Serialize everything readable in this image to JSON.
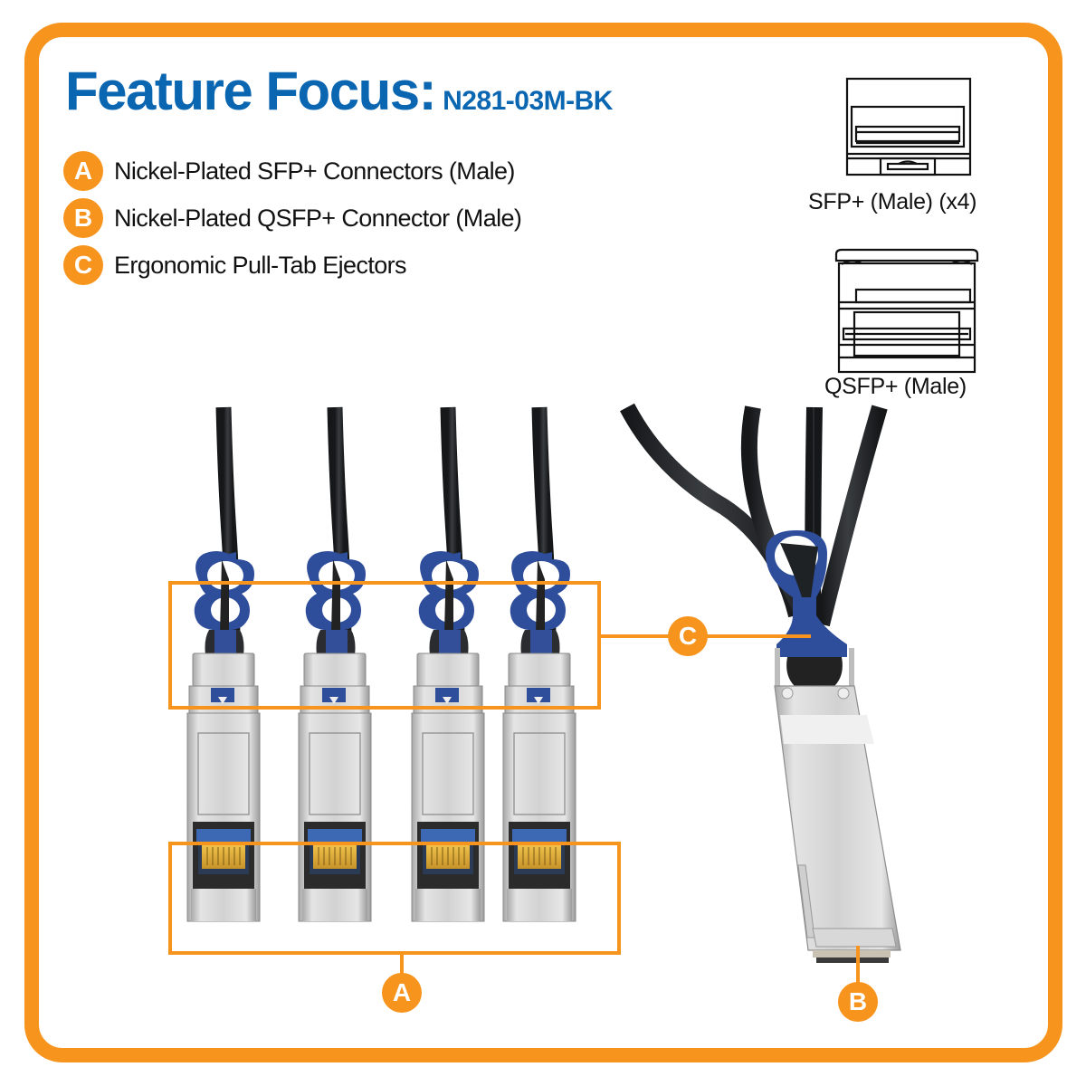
{
  "header": {
    "title": "Feature Focus:",
    "model": "N281-03M-BK"
  },
  "features": [
    {
      "badge": "A",
      "label": "Nickel-Plated SFP+ Connectors (Male)"
    },
    {
      "badge": "B",
      "label": "Nickel-Plated QSFP+ Connector (Male)"
    },
    {
      "badge": "C",
      "label": "Ergonomic Pull-Tab Ejectors"
    }
  ],
  "diagrams": {
    "sfp_label": "SFP+ (Male) (x4)",
    "qsfp_label": "QSFP+ (Male)"
  },
  "callouts": {
    "a": "A",
    "b": "B",
    "c": "C"
  },
  "colors": {
    "accent_orange": "#F7941D",
    "title_blue": "#0B66B2",
    "pull_tab_blue": "#2E4D9B",
    "cable_black": "#1E2124",
    "connector_silver": "#C9C9C9",
    "contact_gold": "#E2B23A"
  }
}
